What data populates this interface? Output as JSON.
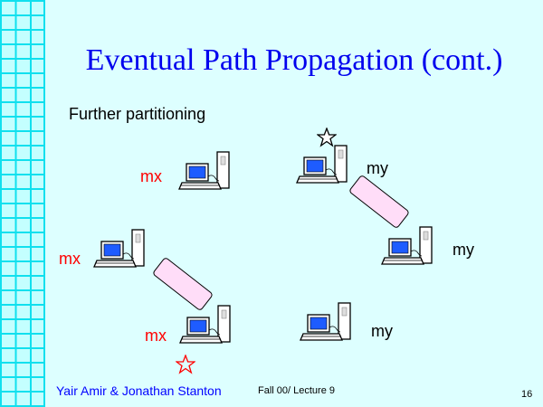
{
  "slide": {
    "title": "Eventual Path Propagation (cont.)",
    "subtitle": "Further partitioning",
    "labels": {
      "mx1": "mx",
      "mx2": "mx",
      "mx3": "mx",
      "my1": "my",
      "my2": "my",
      "my3": "my"
    },
    "footer": {
      "authors": "Yair Amir & Jonathan Stanton",
      "course": "Fall 00/ Lecture 9",
      "page": "16"
    },
    "colors": {
      "title": "#0000ee",
      "mx": "#ff0000",
      "partition": "#ffddf8",
      "screen": "#1e5cff"
    }
  }
}
